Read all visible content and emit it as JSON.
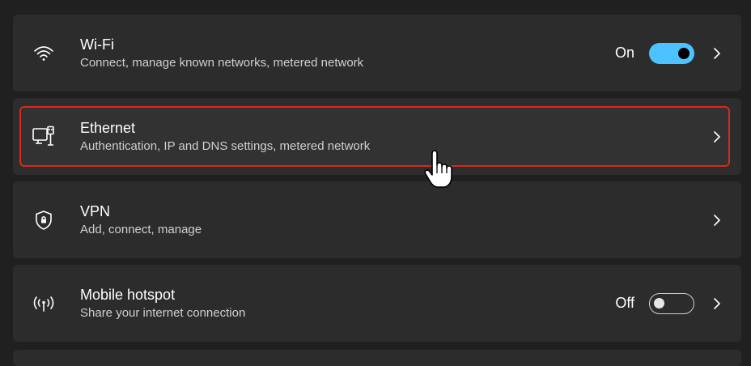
{
  "settings": {
    "items": [
      {
        "title": "Wi-Fi",
        "subtitle": "Connect, manage known networks, metered network",
        "icon": "wifi-icon",
        "toggle": true,
        "state_label": "On"
      },
      {
        "title": "Ethernet",
        "subtitle": "Authentication, IP and DNS settings, metered network",
        "icon": "ethernet-icon",
        "toggle": null,
        "state_label": ""
      },
      {
        "title": "VPN",
        "subtitle": "Add, connect, manage",
        "icon": "vpn-shield-icon",
        "toggle": null,
        "state_label": ""
      },
      {
        "title": "Mobile hotspot",
        "subtitle": "Share your internet connection",
        "icon": "mobile-hotspot-icon",
        "toggle": false,
        "state_label": "Off"
      }
    ]
  },
  "colors": {
    "background": "#202020",
    "card": "#2c2c2c",
    "accent": "#4cc2ff",
    "highlight_border": "#d9281f"
  }
}
